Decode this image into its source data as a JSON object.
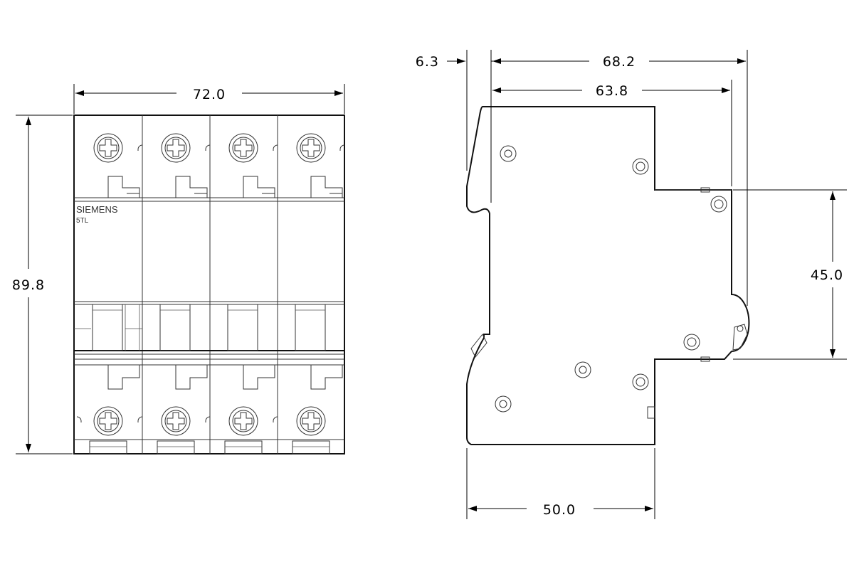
{
  "front_view": {
    "brand": "SIEMENS",
    "model": "5TL",
    "dim_width": "72.0",
    "dim_height": "89.8"
  },
  "side_view": {
    "dim_top_offset": "6.3",
    "dim_overall_depth": "68.2",
    "dim_inner_depth": "63.8",
    "dim_center_height": "45.0",
    "dim_base_depth": "50.0"
  }
}
